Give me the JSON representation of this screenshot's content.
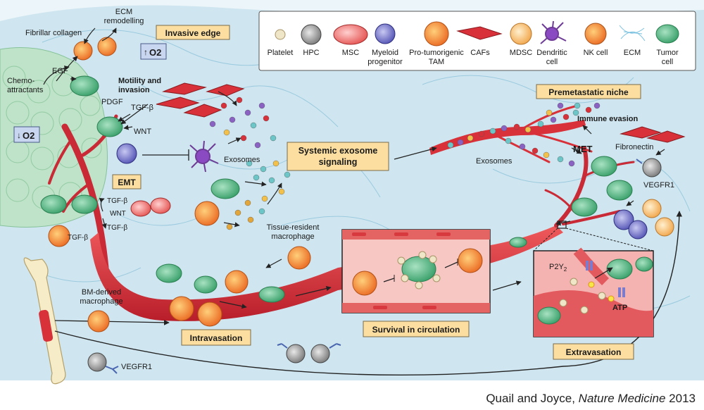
{
  "legend": [
    {
      "id": "platelet",
      "label": "Platelet"
    },
    {
      "id": "hpc",
      "label": "HPC"
    },
    {
      "id": "msc",
      "label": "MSC"
    },
    {
      "id": "myeloid",
      "label": "Myeloid\nprogenitor"
    },
    {
      "id": "tam",
      "label": "Pro-tumorigenic\nTAM"
    },
    {
      "id": "cafs",
      "label": "CAFs"
    },
    {
      "id": "mdsc",
      "label": "MDSC"
    },
    {
      "id": "dendritic",
      "label": "Dendritic\ncell"
    },
    {
      "id": "nk",
      "label": "NK cell"
    },
    {
      "id": "ecm",
      "label": "ECM"
    },
    {
      "id": "tumor",
      "label": "Tumor\ncell"
    }
  ],
  "boxes": {
    "invasive_edge": "Invasive edge",
    "emt": "EMT",
    "systemic": "Systemic exosome\nsignaling",
    "premetastatic": "Premetastatic niche",
    "intravasation": "Intravasation",
    "survival": "Survival in circulation",
    "extravasation": "Extravasation"
  },
  "labels": {
    "fibrillar": "Fibrillar collagen",
    "ecm_remod": "ECM\nremodelling",
    "up_o2": "O2",
    "down_o2": "O2",
    "egf": "EGF",
    "chemo": "Chemo-\nattractants",
    "motility": "Motility and\ninvasion",
    "pdgf": "PDGF",
    "tgfb_top": "TGF-β",
    "wnt_top": "WNT",
    "exosomes_mid": "Exosomes",
    "tgfb_e1": "TGF-β",
    "wnt_e": "WNT",
    "tgfb_e2": "TGF-β",
    "tgfb_e3": "TGF-β",
    "tissue_mac": "Tissue-resident\nmacrophage",
    "bm_mac": "BM-derived\nmacrophage",
    "vegfr1_left": "VEGFR1",
    "exosomes_right": "Exosomes",
    "immune": "Immune evasion",
    "met": "MET",
    "fibronectin": "Fibronectin",
    "vegfr1_right": "VEGFR1",
    "p2y2": "P2Y",
    "atp": "ATP"
  },
  "credit": {
    "authors": "Quail and Joyce, ",
    "journal": "Nature Medicine",
    "year": " 2013"
  },
  "colors": {
    "background": "#cfe6f0",
    "vessel": "#d8313a",
    "tumor": "#5cbf8a",
    "tam": "#f39a2a",
    "label_box": "#fcdfa0"
  }
}
